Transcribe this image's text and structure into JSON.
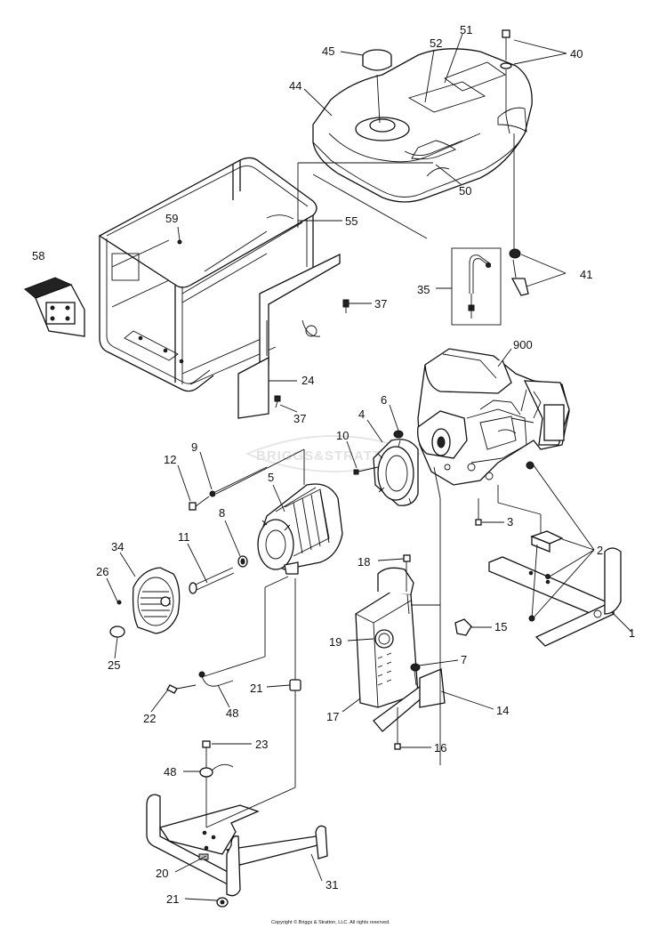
{
  "callouts": [
    "1",
    "2",
    "3",
    "4",
    "5",
    "6",
    "7",
    "8",
    "9",
    "10",
    "11",
    "12",
    "14",
    "15",
    "16",
    "17",
    "18",
    "19",
    "20",
    "21",
    "21",
    "22",
    "23",
    "24",
    "25",
    "26",
    "31",
    "34",
    "35",
    "37",
    "37",
    "40",
    "41",
    "44",
    "45",
    "48",
    "48",
    "50",
    "51",
    "52",
    "55",
    "58",
    "59",
    "900"
  ],
  "watermark": "BRIGGS&STRATTON",
  "copyright": "Copyright © Briggs & Stratton, LLC. All rights reserved."
}
